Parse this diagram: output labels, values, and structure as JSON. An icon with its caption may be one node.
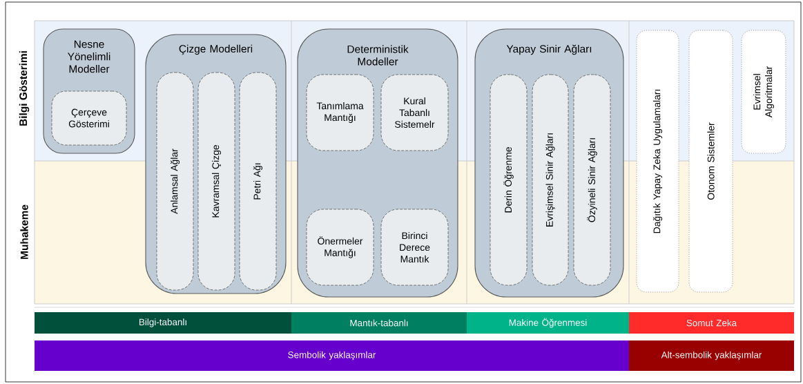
{
  "diagram": {
    "nodes": [
      {
        "text": [
          "Nesne Yönelimli Modeller"
        ]
      },
      {
        "text": [
          "Çerçeve Gösterimi"
        ],
        "in": 0
      },
      {
        "text": [
          "Çizge Modelleri"
        ]
      },
      {
        "text": [
          "Anlamsal Ağlar"
        ],
        "in": 2
      },
      {
        "text": [
          "Kavramsal Çizge"
        ],
        "in": 2
      },
      {
        "text": [
          "Petri Ağı"
        ],
        "in": 2
      },
      {
        "text": [
          "Deterministik Modeller"
        ]
      },
      {
        "text": [
          "Tanımlama Mantığı"
        ],
        "in": 6
      },
      {
        "text": [
          "Kural Tabanlı Sistemelr"
        ],
        "in": 6
      },
      {
        "text": [
          "Önermeler Mantığı"
        ],
        "in": 6
      },
      {
        "text": [
          "Birinci Derece Mantık"
        ],
        "in": 6
      },
      {
        "text": [
          "Yapay Sinir Ağları"
        ]
      },
      {
        "text": [
          "Derin Öğrenme"
        ],
        "in": 11
      },
      {
        "text": [
          "Evrişimsel Sinir Ağları"
        ],
        "in": 11
      },
      {
        "text": [
          "Özyineli Sinir Ağları"
        ],
        "in": 11
      },
      {
        "text": [
          "Dağıtık Yapay Zeka Uygulamaları"
        ]
      },
      {
        "text": [
          "Otonom Sistemler"
        ]
      },
      {
        "text": [
          "Evrimsel Algoritmalar"
        ]
      },
      {
        "text": [
          "Bilgi-tabanlı"
        ]
      },
      {
        "text": [
          "Mantık-tabanlı"
        ]
      },
      {
        "text": [
          "Makine Öğrenmesi"
        ]
      },
      {
        "text": [
          "Somut Zeka"
        ]
      },
      {
        "text": [
          "Sembolik yaklaşımlar"
        ]
      },
      {
        "text": [
          "Alt-sembolik yaklaşımlar"
        ]
      }
    ],
    "labels": [
      "Bilgi Gösterimi",
      "Muhakeme"
    ]
  }
}
